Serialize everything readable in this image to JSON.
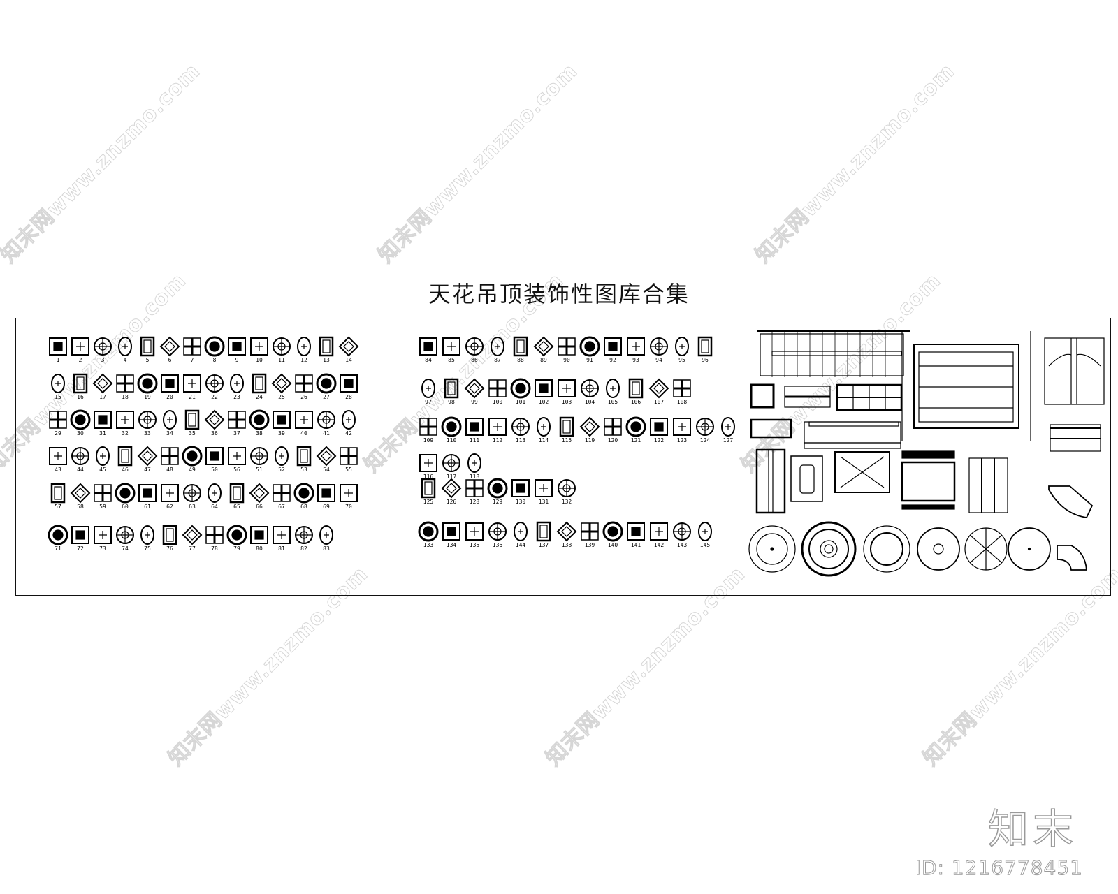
{
  "title": "天花吊顶装饰性图库合集",
  "watermark_text": "知末网www.znzmo.com",
  "brand": {
    "logo": "知末",
    "id_label": "ID: 1216778451"
  },
  "panels": [
    {
      "name": "panel-1",
      "rows": [
        [
          "1",
          "2",
          "3",
          "4",
          "5",
          "6",
          "7",
          "8",
          "9",
          "10",
          "11",
          "12",
          "13",
          "14"
        ],
        [
          "15",
          "16",
          "17",
          "18",
          "19",
          "20",
          "21",
          "22",
          "23",
          "24",
          "25",
          "26",
          "27",
          "28"
        ],
        [
          "29",
          "30",
          "31",
          "32",
          "33",
          "34",
          "35",
          "36",
          "37",
          "38",
          "39",
          "40",
          "41",
          "42"
        ],
        [
          "43",
          "44",
          "45",
          "46",
          "47",
          "48",
          "49",
          "50",
          "56",
          "51",
          "52",
          "53",
          "54",
          "55"
        ],
        [
          "57",
          "58",
          "59",
          "60",
          "61",
          "62",
          "63",
          "64",
          "65",
          "66",
          "67",
          "68",
          "69",
          "70"
        ],
        [
          "71",
          "72",
          "73",
          "74",
          "75",
          "76",
          "77",
          "78",
          "79",
          "80",
          "81",
          "82",
          "83"
        ]
      ]
    },
    {
      "name": "panel-2",
      "rows": [
        [
          "84",
          "85",
          "86",
          "87",
          "88",
          "89",
          "90",
          "91",
          "92",
          "93",
          "94",
          "95",
          "96"
        ],
        [
          "97",
          "98",
          "99",
          "100",
          "101",
          "102",
          "103",
          "104",
          "105",
          "106",
          "107",
          "108"
        ],
        [
          "109",
          "110",
          "111",
          "112",
          "113",
          "114",
          "115",
          "119",
          "120",
          "121",
          "122",
          "123",
          "124",
          "127"
        ],
        [
          "116",
          "117",
          "118"
        ],
        [
          "125",
          "126",
          "128",
          "129",
          "130",
          "131",
          "132"
        ],
        [
          "133",
          "134",
          "135",
          "136",
          "144",
          "137",
          "138",
          "139",
          "140",
          "141",
          "142",
          "143",
          "145"
        ]
      ]
    },
    {
      "name": "panel-3",
      "note": "unnumbered large ceiling plan drawings"
    }
  ]
}
